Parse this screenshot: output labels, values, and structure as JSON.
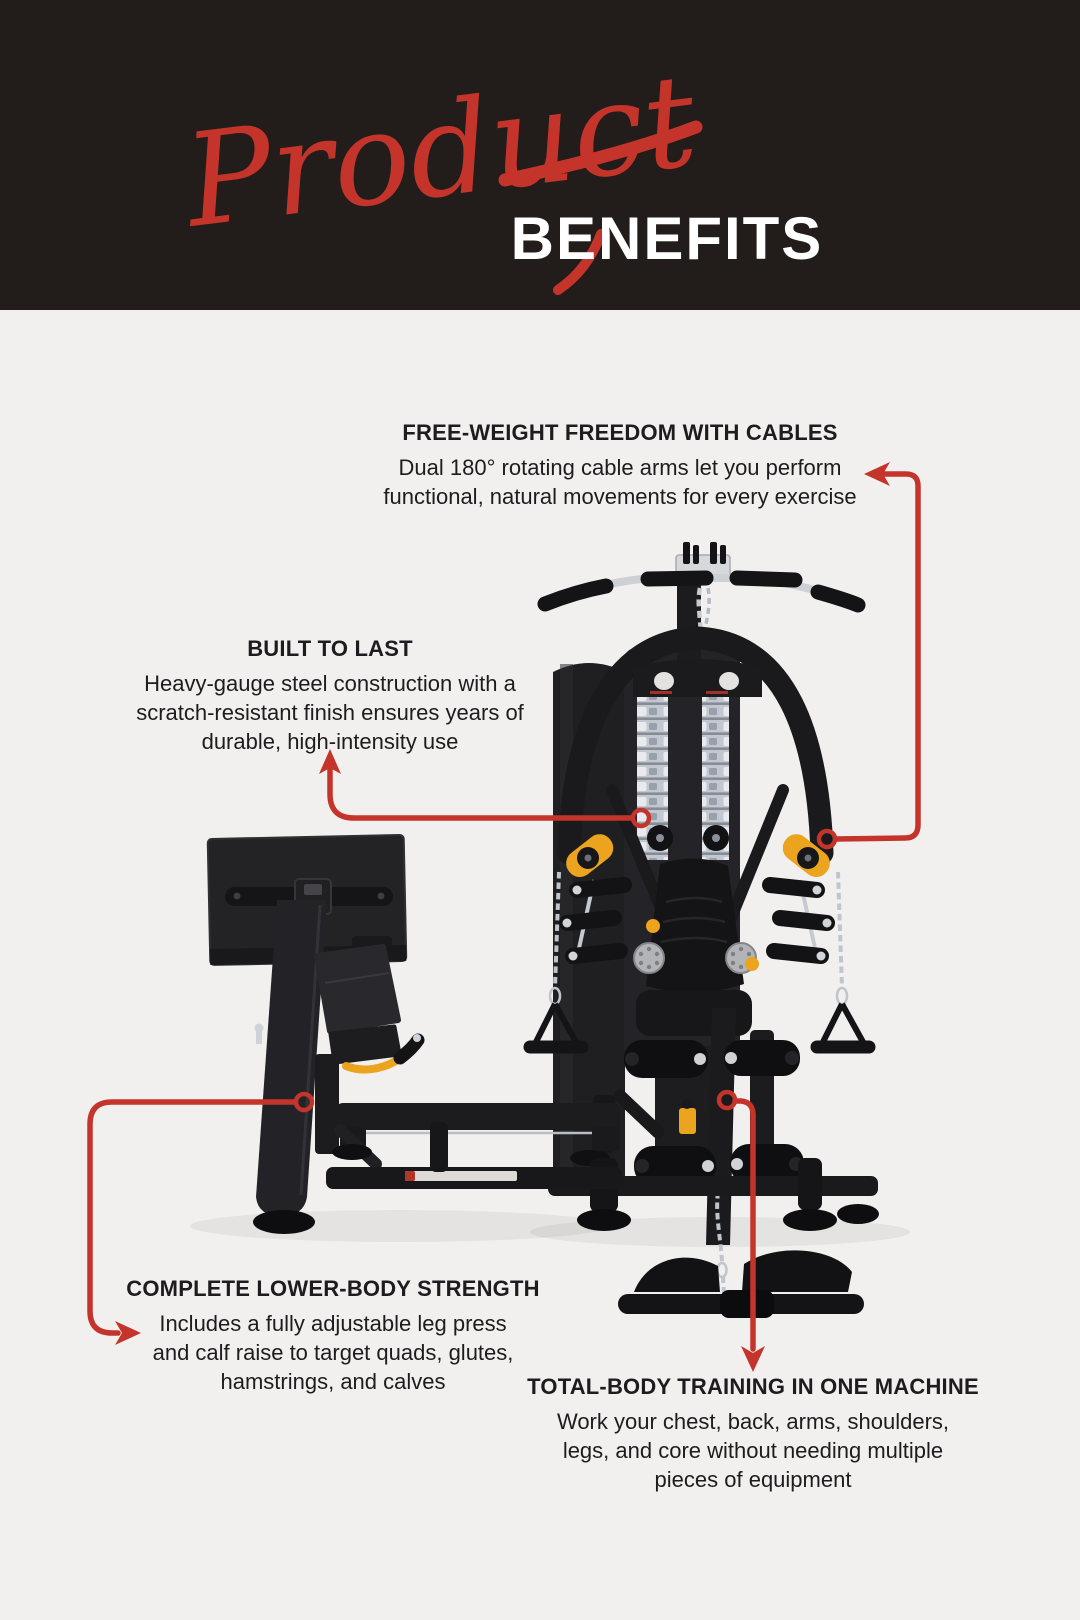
{
  "colors": {
    "accent": "#c5342b",
    "header_bg": "#221d1b",
    "page_bg": "#f1f0ee",
    "ink": "#1d1d1f",
    "machine_yellow": "#eca31d"
  },
  "header": {
    "script_word": "Product",
    "block_word": "BENEFITS"
  },
  "benefits": [
    {
      "title": "FREE-WEIGHT FREEDOM WITH CABLES",
      "lines": [
        "Dual 180° rotating cable arms let you perform",
        "functional, natural movements for every exercise"
      ]
    },
    {
      "title": "BUILT TO LAST",
      "lines": [
        "Heavy-gauge steel construction with a",
        "scratch-resistant finish ensures years of",
        "durable, high-intensity use"
      ]
    },
    {
      "title": "COMPLETE LOWER-BODY STRENGTH",
      "lines": [
        "Includes a fully adjustable leg press",
        "and calf raise to target quads, glutes,",
        "hamstrings, and calves"
      ]
    },
    {
      "title": "TOTAL-BODY TRAINING IN ONE MACHINE",
      "lines": [
        "Work your chest, back, arms, shoulders,",
        "legs, and core without needing multiple",
        "pieces of equipment"
      ]
    }
  ]
}
